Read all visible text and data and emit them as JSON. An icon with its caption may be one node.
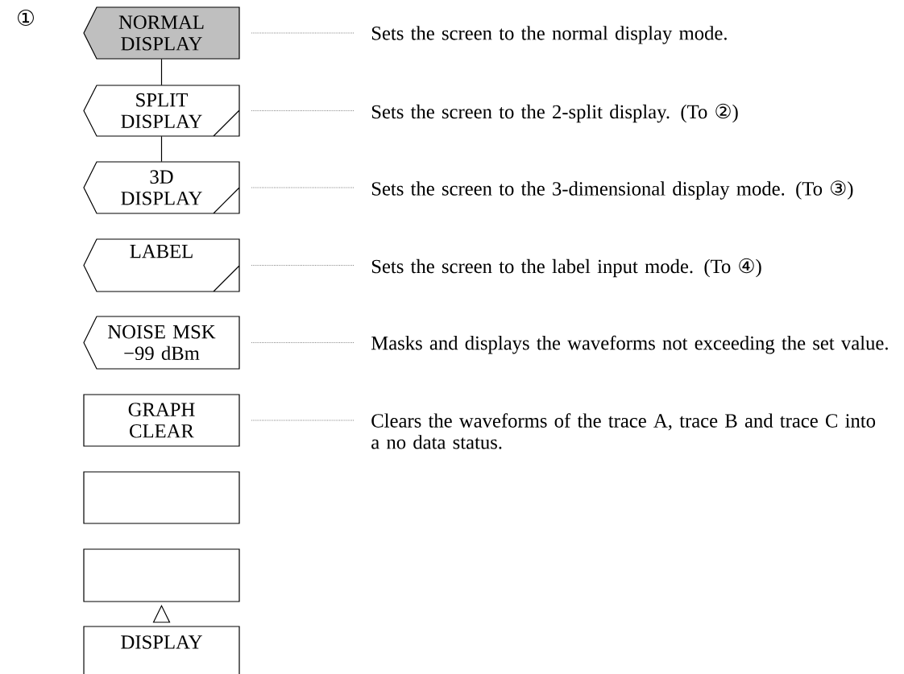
{
  "diagram": {
    "nodes": [
      {
        "text": [
          "NORMAL DISPLAY"
        ]
      },
      {
        "text": [
          "SPLIT DISPLAY"
        ]
      },
      {
        "text": [
          "3D DISPLAY"
        ]
      },
      {
        "text": [
          "LABEL"
        ]
      },
      {
        "text": [
          "NOISE MSK −99 dBm"
        ]
      },
      {
        "text": [
          "GRAPH CLEAR"
        ]
      },
      {
        "text": [],
        "shape": "box"
      },
      {
        "text": [],
        "shape": "box"
      },
      {
        "text": [
          "DISPLAY"
        ]
      },
      {
        "text": [
          "Sets the screen to the normal display mode."
        ]
      },
      {
        "text": [
          "Sets the screen to the 2-split display. (To ②)"
        ]
      },
      {
        "text": [
          "Sets the screen to the 3-dimensional display mode. (To ③)"
        ]
      },
      {
        "text": [
          "Sets the screen to the label input mode. (To ④)"
        ]
      },
      {
        "text": [
          "Masks and displays the waveforms not exceeding the set value."
        ]
      },
      {
        "text": [
          "Clears the waveforms of the trace A, trace B and trace C into a no data status."
        ]
      }
    ],
    "edges": [
      {
        "from": 0,
        "to": 1,
        "arrow": "none"
      },
      {
        "from": 1,
        "to": 2,
        "arrow": "none"
      },
      {
        "from": 0,
        "to": 9,
        "arrow": "none",
        "style": "dashed"
      },
      {
        "from": 1,
        "to": 10,
        "arrow": "none",
        "style": "dashed"
      },
      {
        "from": 2,
        "to": 11,
        "arrow": "none",
        "style": "dashed"
      },
      {
        "from": 3,
        "to": 12,
        "arrow": "none",
        "style": "dashed"
      },
      {
        "from": 4,
        "to": 13,
        "arrow": "none",
        "style": "dashed"
      },
      {
        "from": 5,
        "to": 14,
        "arrow": "none",
        "style": "dashed"
      },
      {
        "from": 8,
        "to": 7,
        "arrow": "to"
      }
    ],
    "labels": [
      "①"
    ]
  }
}
